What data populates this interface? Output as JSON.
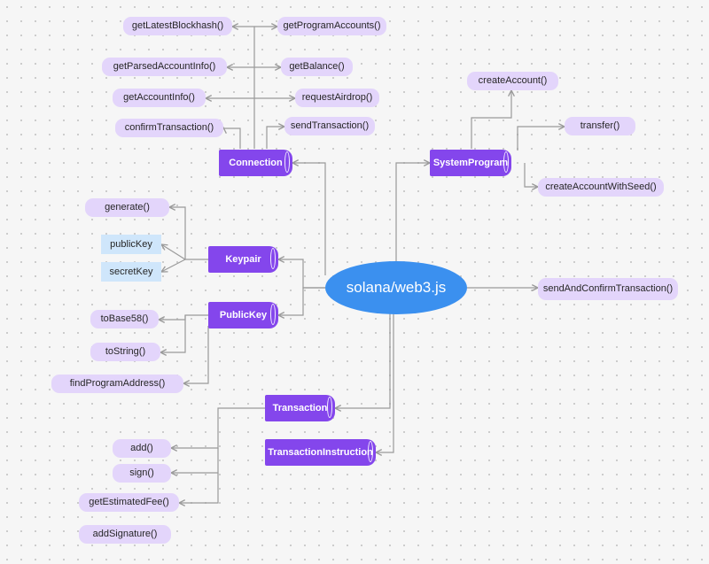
{
  "root": {
    "label": "solana/web3.js"
  },
  "classes": {
    "connection": "Connection",
    "system_program": "SystemProgram",
    "keypair": "Keypair",
    "public_key": "PublicKey",
    "transaction": "Transaction",
    "transaction_instruction": "TransactionInstruction"
  },
  "connection_methods": {
    "get_latest_blockhash": "getLatestBlockhash()",
    "get_program_accounts": "getProgramAccounts()",
    "get_parsed_account_info": "getParsedAccountInfo()",
    "get_balance": "getBalance()",
    "get_account_info": "getAccountInfo()",
    "request_airdrop": "requestAirdrop()",
    "confirm_transaction": "confirmTransaction()",
    "send_transaction": "sendTransaction()"
  },
  "system_program_methods": {
    "create_account": "createAccount()",
    "transfer": "transfer()",
    "create_account_with_seed": "createAccountWithSeed()"
  },
  "root_methods": {
    "send_and_confirm_transaction": "sendAndConfirmTransaction()"
  },
  "keypair_members": {
    "generate": "generate()",
    "public_key": "publicKey",
    "secret_key": "secretKey"
  },
  "public_key_methods": {
    "to_base58": "toBase58()",
    "to_string": "toString()",
    "find_program_address": "findProgramAddress()"
  },
  "transaction_methods": {
    "add": "add()",
    "sign": "sign()",
    "get_estimated_fee": "getEstimatedFee()",
    "add_signature": "addSignature()"
  },
  "colors": {
    "root_fill": "#3b90ef",
    "class_fill": "#8446ec",
    "method_fill": "#e3d5fb",
    "property_fill": "#cfe6fb",
    "connector": "#9a9a9a"
  }
}
